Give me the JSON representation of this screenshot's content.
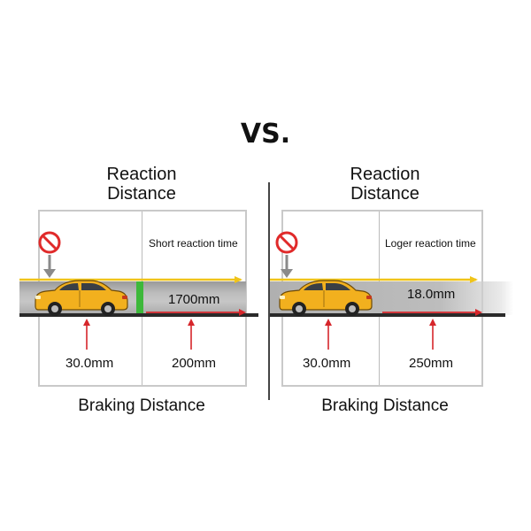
{
  "header": {
    "vs_label": "VS."
  },
  "panels": [
    {
      "id": "left",
      "top_title_line1": "Reaction",
      "top_title_line2": "Distance",
      "reaction_note": "Short reaction time",
      "distance_label": "1700mm",
      "reaction_value": "30.0mm",
      "braking_value": "200mm",
      "bottom_title": "Braking Distance",
      "marker_color": "#3db83a"
    },
    {
      "id": "right",
      "top_title_line1": "Reaction",
      "top_title_line2": "Distance",
      "reaction_note": "Loger reaction time",
      "distance_label": "18.0mm",
      "reaction_value": "30.0mm",
      "braking_value": "250mm",
      "bottom_title": "Braking Distance"
    }
  ],
  "colors": {
    "car_body": "#f2b01e",
    "arrow_red": "#d6262b",
    "arrow_yellow": "#f0c419",
    "sign_red": "#e02a2a",
    "pointer_gray": "#8a8a8a"
  },
  "icons": {
    "sign": "no-entry-sign-icon",
    "car": "car-icon"
  }
}
